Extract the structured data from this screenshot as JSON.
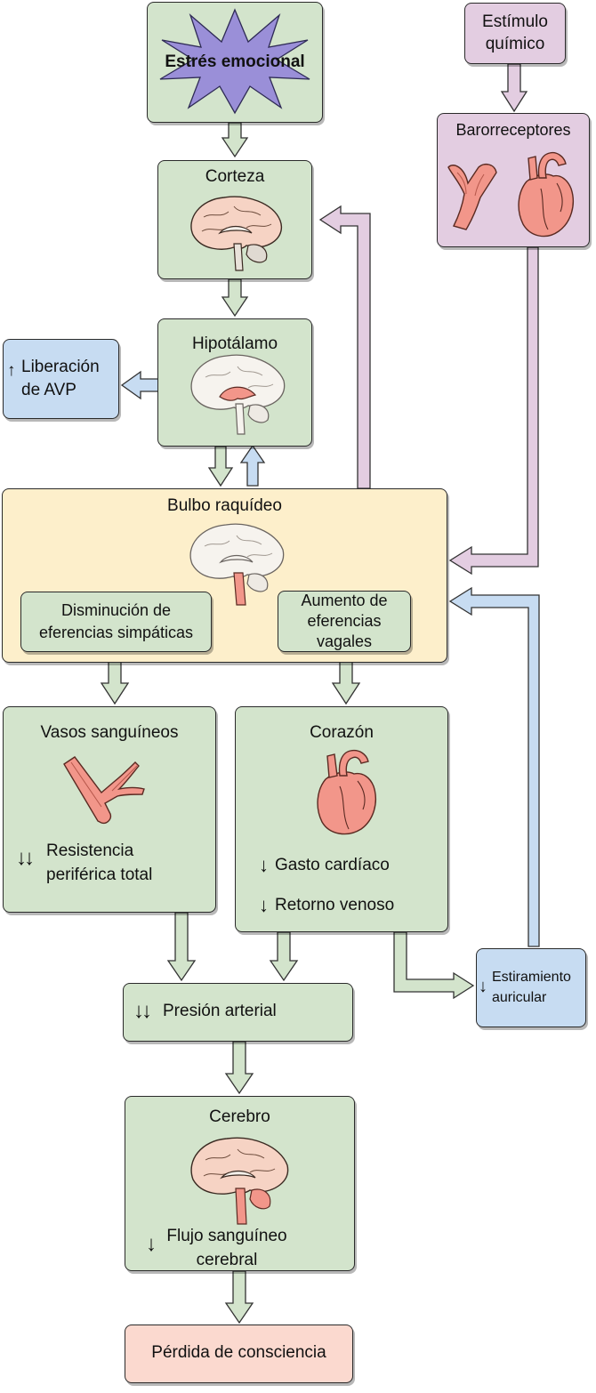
{
  "nodes": {
    "stress": {
      "label": "Estrés emocional"
    },
    "chem": {
      "label_line1": "Estímulo",
      "label_line2": "químico"
    },
    "baro": {
      "label": "Barorreceptores"
    },
    "cortex": {
      "label": "Corteza"
    },
    "hypo": {
      "label": "Hipotálamo"
    },
    "avp": {
      "line1": "Liberación",
      "line2": "de AVP"
    },
    "medulla": {
      "label": "Bulbo raquídeo"
    },
    "symp": {
      "line1": "Disminución de",
      "line2": "eferencias simpáticas"
    },
    "vagal": {
      "line1": "Aumento de",
      "line2": "eferencias",
      "line3": "vagales"
    },
    "vessels": {
      "label": "Vasos sanguíneos",
      "line1": "Resistencia",
      "line2": "periférica total"
    },
    "heart": {
      "label": "Corazón",
      "item1": "Gasto cardíaco",
      "item2": "Retorno venoso"
    },
    "atrial": {
      "line1": "Estiramiento",
      "line2": "auricular"
    },
    "pressure": {
      "label": "Presión arterial"
    },
    "brain": {
      "label": "Cerebro",
      "line1": "Flujo sanguíneo",
      "line2": "cerebral"
    },
    "loss": {
      "label": "Pérdida de consciencia"
    }
  },
  "symbols": {
    "up": "↑",
    "down": "↓",
    "double_down": "↓↓"
  },
  "colors": {
    "green": "#d3e4cc",
    "blue": "#c7dcf2",
    "purple": "#e3cde1",
    "cream": "#fdefcb",
    "pink": "#fbd9cf",
    "starburst": "#9a8fd8",
    "tissue": "#f2968a"
  }
}
